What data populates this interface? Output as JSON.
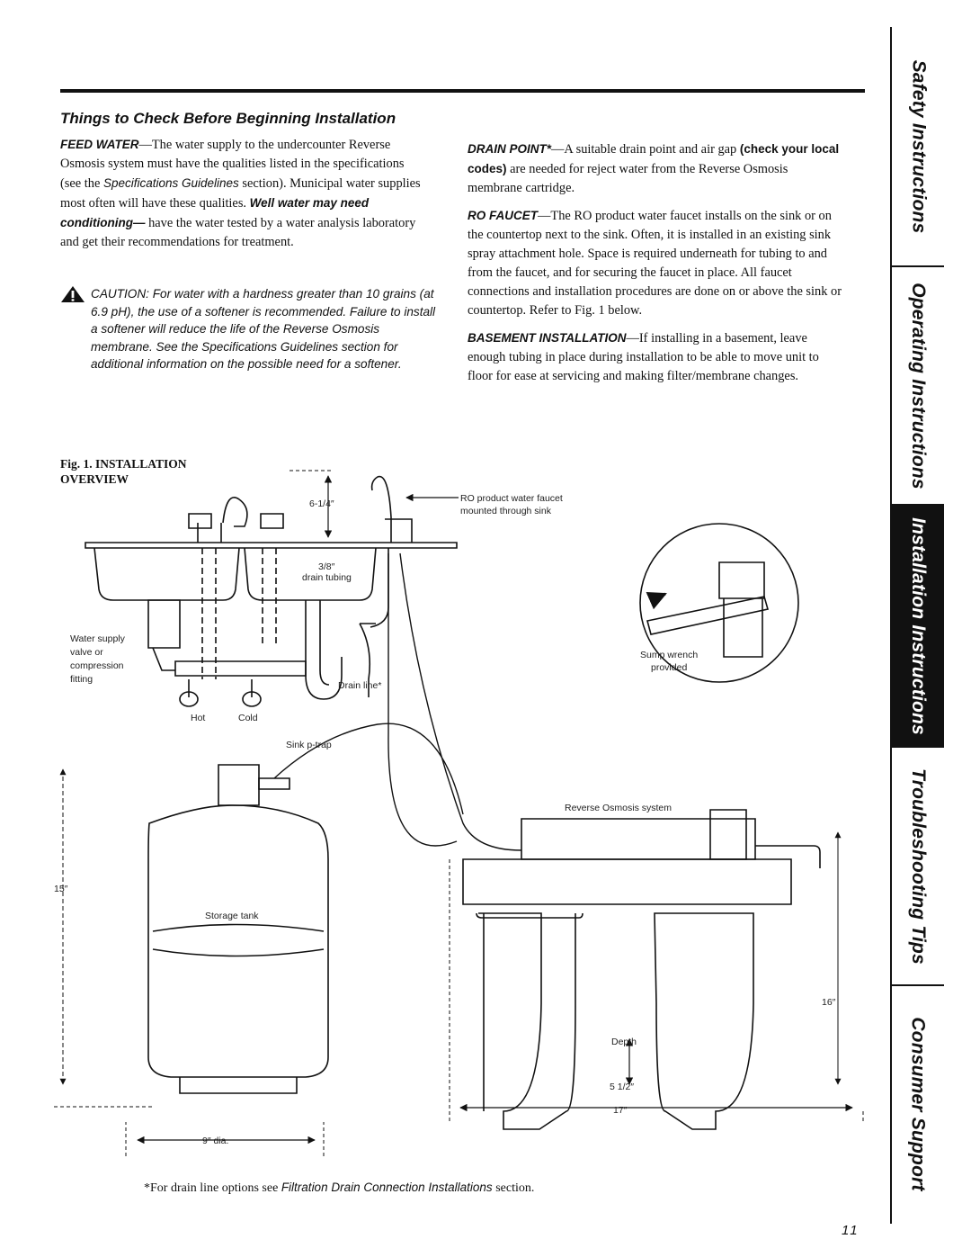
{
  "section_title": "Things to Check Before Beginning Installation",
  "left": {
    "feed_water_lead": "FEED WATER",
    "feed_water_text_1": "—The water supply to the undercounter Reverse Osmosis system must have the qualities listed in the specifications (see the ",
    "feed_water_link": "Specifications Guidelines",
    "feed_water_text_2": " section). Municipal water supplies most often will have these qualities. ",
    "feed_water_bold": "Well water may need conditioning—",
    "feed_water_text_3": " have the water tested by a water analysis laboratory and get their recommendations for treatment.",
    "caution_lead": "CAUTION:",
    "caution_text": " For water with a hardness greater than 10 grains (at 6.9 pH), the use of a softener is recommended. Failure to install a softener will reduce the life of the Reverse Osmosis membrane. See the Specifications Guidelines section for additional information on the possible need for a softener."
  },
  "right": {
    "drain_point_lead": "DRAIN POINT*",
    "drain_point_text_1": "—A suitable drain point and air gap ",
    "drain_point_bold": "(check your local codes)",
    "drain_point_text_2": " are needed for reject water from the Reverse Osmosis membrane cartridge.",
    "ro_faucet_lead": "RO FAUCET",
    "ro_faucet_text": "—The RO product water faucet installs on the sink or on the countertop next to the sink. Often, it is installed in an existing sink spray attachment hole. Space is required underneath for tubing to and from the faucet, and for securing the faucet in place. All faucet connections and installation procedures are done on or above the sink or countertop. Refer to Fig. 1 below.",
    "basement_lead": "BASEMENT INSTALLATION",
    "basement_text": "—If installing in a basement, leave enough tubing in place during installation to be able to move unit to floor for ease at servicing and making filter/membrane changes."
  },
  "figure": {
    "caption_line1": "Fig. 1. INSTALLATION",
    "caption_line2": "OVERVIEW",
    "labels": {
      "faucet_height": "6-1/4″",
      "faucet_1": "RO product water faucet",
      "faucet_2": "mounted through sink",
      "drain_tubing_1": "3/8″",
      "drain_tubing_2": "drain tubing",
      "supply_1": "Water supply",
      "supply_2": "valve or",
      "supply_3": "compression",
      "supply_4": "fitting",
      "hot": "Hot",
      "cold": "Cold",
      "drain_line": "Drain line*",
      "ptrap": "Sink p-trap",
      "wrench_1": "Sump wrench",
      "wrench_2": "provided",
      "ro_system": "Reverse Osmosis system",
      "tank_height": "15″",
      "storage_tank": "Storage tank",
      "system_height": "16″",
      "depth": "Depth",
      "depth_value": "5 1/2″",
      "tank_dia": "9″ dia.",
      "system_width": "17″"
    }
  },
  "footnote_1": "*For drain line options see ",
  "footnote_link": "Filtration Drain Connection Installations",
  "footnote_2": " section.",
  "page_number": "11",
  "tabs": [
    {
      "label": "Safety Instructions",
      "active": false
    },
    {
      "label": "Operating Instructions",
      "active": false
    },
    {
      "label": "Installation Instructions",
      "active": true
    },
    {
      "label": "Troubleshooting Tips",
      "active": false
    },
    {
      "label": "Consumer Support",
      "active": false
    }
  ]
}
